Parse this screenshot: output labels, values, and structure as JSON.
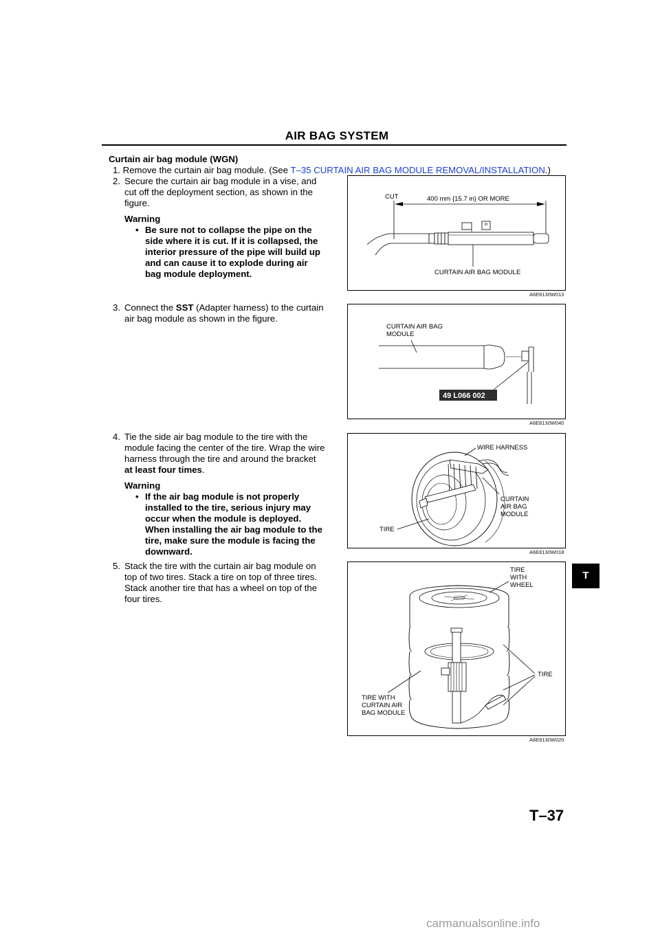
{
  "header": {
    "title": "AIR BAG SYSTEM"
  },
  "section_heading": "Curtain air bag module (WGN)",
  "steps": {
    "s1": {
      "num": "1.",
      "text_before": "Remove the curtain air bag module. (See ",
      "link": "T–35 CURTAIN AIR BAG MODULE REMOVAL/INSTALLATION",
      "text_after": ".)"
    },
    "s2": {
      "num": "2.",
      "lines": [
        "Secure the curtain air bag module in a vise, and",
        "cut off the deployment section, as shown in the",
        "figure."
      ],
      "warning_label": "Warning",
      "warning_lines": [
        "Be sure not to collapse the pipe on the",
        "side where it is cut. If it is collapsed, the",
        "interior pressure of the pipe will build up",
        "and can cause it to explode during air",
        "bag module deployment."
      ]
    },
    "s3": {
      "num": "3.",
      "line1_before": "Connect the ",
      "line1_bold": "SST",
      "line1_after": " (Adapter harness) to the curtain",
      "line2": "air bag module as shown in the figure."
    },
    "s4": {
      "num": "4.",
      "lines": [
        "Tie the side air bag module to the tire with the",
        "module facing the center of the tire. Wrap the wire",
        "harness through the tire and around the bracket"
      ],
      "bold_line": "at least four times",
      "bold_after": ".",
      "warning_label": "Warning",
      "warning_lines": [
        "If the air bag module is not properly",
        "installed to the tire, serious injury may",
        "occur when the module is deployed.",
        "When installing the air bag module to the",
        "tire, make sure the module is facing the",
        "downward."
      ]
    },
    "s5": {
      "num": "5.",
      "lines": [
        "Stack the tire with the curtain air bag module on",
        "top of two tires. Stack a tire on top of three tires.",
        "Stack another tire that has a wheel on top of the",
        "four tires."
      ]
    }
  },
  "figures": {
    "fig1": {
      "id": "A6E8130W013",
      "cut": "CUT",
      "dimension": "400 mm {15.7 in} OR MORE",
      "module": "CURTAIN AIR BAG MODULE"
    },
    "fig2": {
      "id": "A6E8130W040",
      "module_l1": "CURTAIN AIR BAG",
      "module_l2": "MODULE",
      "sst": "49 L066 002"
    },
    "fig3": {
      "id": "A6E8130W018",
      "harness": "WIRE HARNESS",
      "module_l1": "CURTAIN",
      "module_l2": "AIR BAG",
      "module_l3": "MODULE",
      "tire": "TIRE"
    },
    "fig4": {
      "id": "A6E8130W020",
      "tww_l1": "TIRE",
      "tww_l2": "WITH",
      "tww_l3": "WHEEL",
      "tire": "TIRE",
      "twm_l1": "TIRE WITH",
      "twm_l2": "CURTAIN AIR",
      "twm_l3": "BAG MODULE"
    }
  },
  "tab": "T",
  "page_number": "T–37",
  "watermark": "carmanualsonline.info"
}
